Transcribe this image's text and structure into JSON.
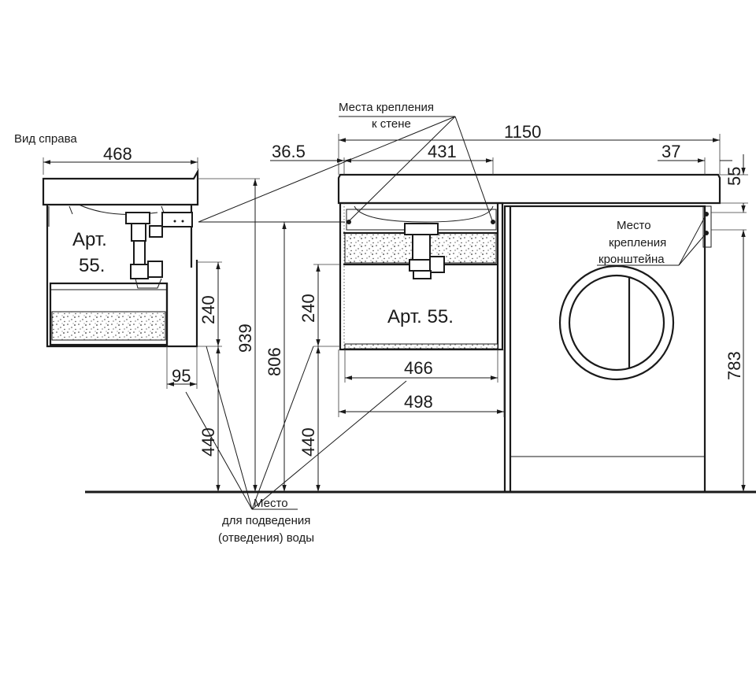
{
  "labels": {
    "side_view": "Вид  справа",
    "wall_mount_line1": "Места крепления",
    "wall_mount_line2": "к стене",
    "bracket_line1": "Место",
    "bracket_line2": "крепления",
    "bracket_line3": "кронштейна",
    "water_line1": "Место",
    "water_line2": "для подведения",
    "water_line3": "(отведения) воды",
    "side_art_line1": "Арт.",
    "side_art_line2": "55.",
    "front_art": "Арт. 55."
  },
  "dimensions": {
    "side_width": "468",
    "side_drawer_h": "240",
    "side_total_h": "939",
    "side_depth_small": "95",
    "side_outlet_h": "440",
    "front_offset_left": "36.5",
    "front_bowl_w": "431",
    "front_total_w": "1150",
    "front_offset_right": "37",
    "front_top_thick": "55",
    "front_cabinet_h": "806",
    "front_drawer_h": "240",
    "front_outlet_h": "440",
    "front_inner_w": "466",
    "front_cabinet_w": "498",
    "washer_h": "783"
  }
}
